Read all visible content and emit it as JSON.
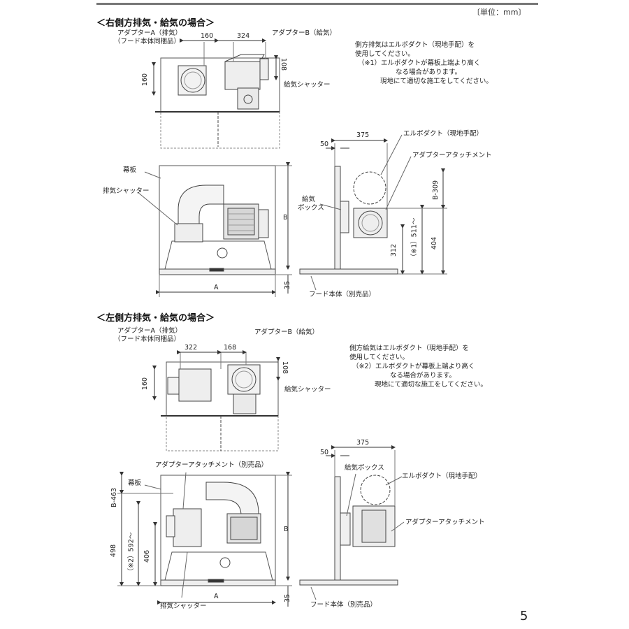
{
  "unit_label": "〔単位：mm〕",
  "page_number": "5",
  "section_right": {
    "heading": "＜右側方排気・給気の場合＞",
    "adapter_a": "アダプターA（排気）",
    "adapter_a_sub": "（フード本体同梱品）",
    "adapter_b": "アダプターB（給気）",
    "supply_shutter": "給気シャッター",
    "dim_160_w": "160",
    "dim_324": "324",
    "dim_160_h": "160",
    "dim_108": "108",
    "note_lines": [
      "側方排気はエルボダクト（現地手配）を",
      "使用してください。",
      "（※1）エルボダクトが幕板上端より高く",
      "なる場合があります。",
      "現地にて適切な施工をしてください。"
    ],
    "dim_375": "375",
    "dim_50": "50",
    "elbow_duct": "エルボダクト（現地手配）",
    "adapter_attachment": "アダプターアタッチメント",
    "curtain_board": "幕板",
    "exhaust_shutter": "排気シャッター",
    "supply_box": "給気",
    "supply_box_2": "ボックス",
    "dim_b309": "B-309",
    "dim_511": "（※1）511～",
    "dim_312": "312",
    "dim_404": "404",
    "dim_b": "B",
    "dim_a": "A",
    "dim_35": "35",
    "hood_body": "フード本体（別売品）"
  },
  "section_left": {
    "heading": "＜左側方排気・給気の場合＞",
    "adapter_a": "アダプターA（排気）",
    "adapter_a_sub": "（フード本体同梱品）",
    "adapter_b": "アダプターB（給気）",
    "supply_shutter": "給気シャッター",
    "dim_322": "322",
    "dim_168": "168",
    "dim_160_h": "160",
    "dim_108": "108",
    "note_lines": [
      "側方給気はエルボダクト（現地手配）を",
      "使用してください。",
      "（※2）エルボダクトが幕板上端より高く",
      "なる場合があります。",
      "現地にて適切な施工をしてください。"
    ],
    "dim_375": "375",
    "dim_50": "50",
    "adapter_attachment_sold": "アダプターアタッチメント（別売品）",
    "supply_box": "給気ボックス",
    "elbow_duct": "エルボダクト（現地手配）",
    "curtain_board": "幕板",
    "adapter_attachment": "アダプターアタッチメント",
    "dim_b463": "B-463",
    "dim_498": "498",
    "dim_592": "（※2）592～",
    "dim_406": "406",
    "dim_b": "B",
    "dim_a": "A",
    "dim_35": "35",
    "exhaust_shutter": "排気シャッター",
    "hood_body": "フード本体（別売品）"
  }
}
